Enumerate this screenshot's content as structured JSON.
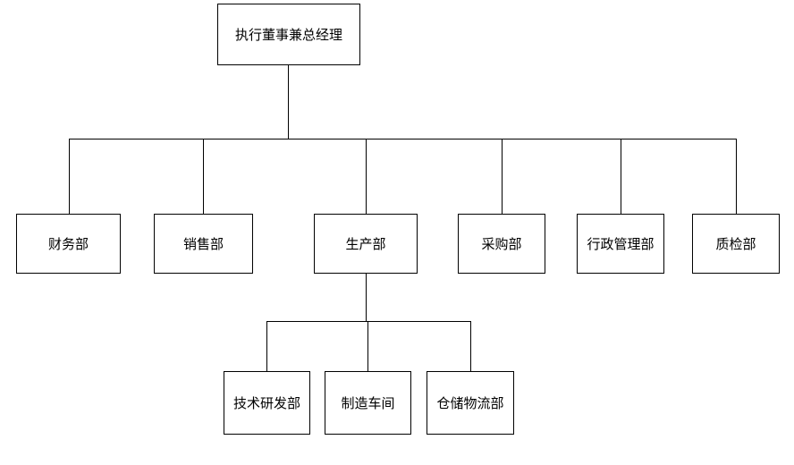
{
  "diagram": {
    "type": "org-chart",
    "background_color": "#ffffff",
    "line_color": "#000000",
    "box_fill_color": "#ffffff",
    "box_border_color": "#000000",
    "text_color": "#000000",
    "nodes": {
      "root": {
        "label": "执行董事兼总经理",
        "parent": null
      },
      "finance": {
        "label": "财务部",
        "parent": "root"
      },
      "sales": {
        "label": "销售部",
        "parent": "root"
      },
      "production": {
        "label": "生产部",
        "parent": "root"
      },
      "purchasing": {
        "label": "采购部",
        "parent": "root"
      },
      "admin": {
        "label": "行政管理部",
        "parent": "root"
      },
      "quality": {
        "label": "质检部",
        "parent": "root"
      },
      "rnd": {
        "label": "技术研发部",
        "parent": "production"
      },
      "workshop": {
        "label": "制造车间",
        "parent": "production"
      },
      "logistics": {
        "label": "仓储物流部",
        "parent": "production"
      }
    }
  }
}
